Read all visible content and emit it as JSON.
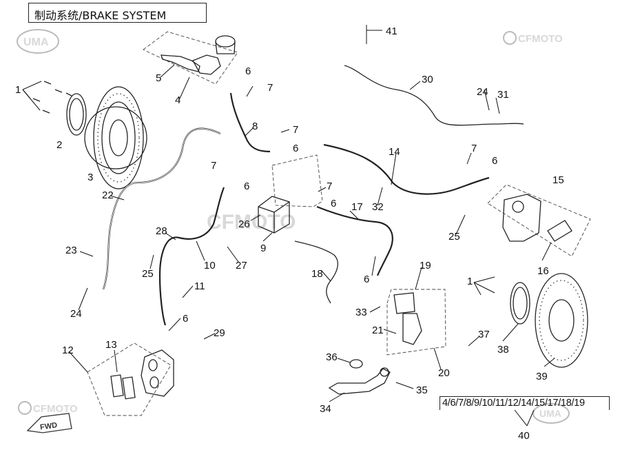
{
  "title": "制动系统/BRAKE SYSTEM",
  "watermarks": {
    "uma": "UMA",
    "cfmoto": "CFMOTO",
    "fwd": "FWD"
  },
  "footer_parts": "4/6/7/8/9/10/11/12/14/15/17/18/19",
  "callouts": [
    {
      "id": "c1a",
      "text": "1"
    },
    {
      "id": "c2",
      "text": "2"
    },
    {
      "id": "c3",
      "text": "3"
    },
    {
      "id": "c4",
      "text": "4"
    },
    {
      "id": "c5",
      "text": "5"
    },
    {
      "id": "c6a",
      "text": "6"
    },
    {
      "id": "c7a",
      "text": "7"
    },
    {
      "id": "c8",
      "text": "8"
    },
    {
      "id": "c41",
      "text": "41"
    },
    {
      "id": "c30",
      "text": "30"
    },
    {
      "id": "c24a",
      "text": "24"
    },
    {
      "id": "c31",
      "text": "31"
    },
    {
      "id": "c7b",
      "text": "7"
    },
    {
      "id": "c6b",
      "text": "6"
    },
    {
      "id": "c14",
      "text": "14"
    },
    {
      "id": "c7c",
      "text": "7"
    },
    {
      "id": "c6c",
      "text": "6"
    },
    {
      "id": "c15",
      "text": "15"
    },
    {
      "id": "c22",
      "text": "22"
    },
    {
      "id": "c7d",
      "text": "7"
    },
    {
      "id": "c6d",
      "text": "6"
    },
    {
      "id": "c7e",
      "text": "7"
    },
    {
      "id": "c6e",
      "text": "6"
    },
    {
      "id": "c17",
      "text": "17"
    },
    {
      "id": "c32",
      "text": "32"
    },
    {
      "id": "c25a",
      "text": "25"
    },
    {
      "id": "c26",
      "text": "26"
    },
    {
      "id": "c9",
      "text": "9"
    },
    {
      "id": "c28",
      "text": "28"
    },
    {
      "id": "c23",
      "text": "23"
    },
    {
      "id": "c25b",
      "text": "25"
    },
    {
      "id": "c10",
      "text": "10"
    },
    {
      "id": "c27",
      "text": "27"
    },
    {
      "id": "c16",
      "text": "16"
    },
    {
      "id": "c18",
      "text": "18"
    },
    {
      "id": "c19",
      "text": "19"
    },
    {
      "id": "c6f",
      "text": "6"
    },
    {
      "id": "c11",
      "text": "11"
    },
    {
      "id": "c24b",
      "text": "24"
    },
    {
      "id": "c33",
      "text": "33"
    },
    {
      "id": "c1b",
      "text": "1"
    },
    {
      "id": "c6g",
      "text": "6"
    },
    {
      "id": "c21",
      "text": "21"
    },
    {
      "id": "c37",
      "text": "37"
    },
    {
      "id": "c38",
      "text": "38"
    },
    {
      "id": "c12",
      "text": "12"
    },
    {
      "id": "c13",
      "text": "13"
    },
    {
      "id": "c29",
      "text": "29"
    },
    {
      "id": "c36",
      "text": "36"
    },
    {
      "id": "c20",
      "text": "20"
    },
    {
      "id": "c39",
      "text": "39"
    },
    {
      "id": "c35",
      "text": "35"
    },
    {
      "id": "c34",
      "text": "34"
    },
    {
      "id": "c40",
      "text": "40"
    }
  ]
}
